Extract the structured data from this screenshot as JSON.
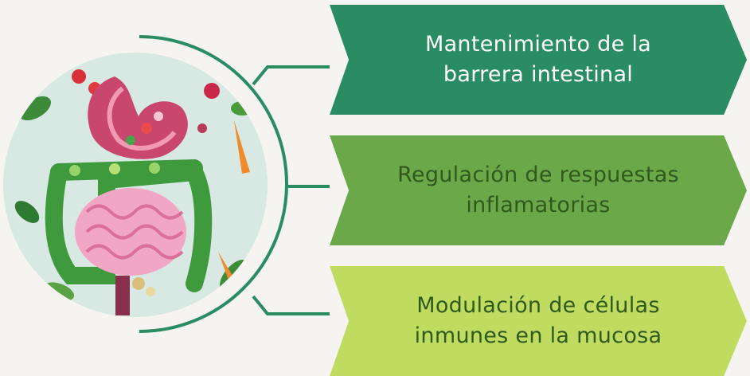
{
  "items": [
    {
      "line1": "Mantenimiento de la",
      "line2": "barrera intestinal",
      "color": "#2a8c62",
      "text_color": "#ffffff"
    },
    {
      "line1": "Regulación de respuestas",
      "line2": "inflamatorias",
      "color": "#6aa84a",
      "text_color": "#2f5a1c"
    },
    {
      "line1": "Modulación de células",
      "line2": "inmunes en la mucosa",
      "color": "#bfdc61",
      "text_color": "#2f5a1c"
    }
  ],
  "connector_color": "#2a8c62",
  "illustration": {
    "subject": "paper-craft-digestive-system-with-vegetables"
  }
}
